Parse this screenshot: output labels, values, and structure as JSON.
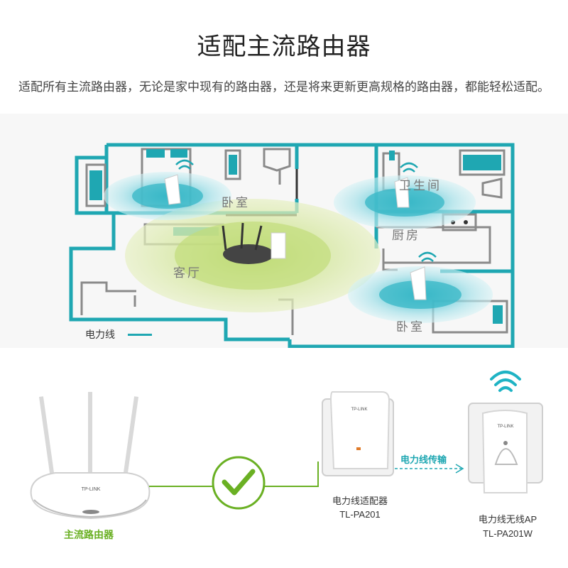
{
  "header": {
    "title": "适配主流路由器",
    "subtitle": "适配所有主流路由器，无论是家中现有的路由器，还是将来更新更高规格的路由器，都能轻松适配。"
  },
  "floorplan": {
    "rooms": {
      "bedroom_1": "卧室",
      "bathroom": "卫生间",
      "kitchen": "厨房",
      "living_room": "客厅",
      "bedroom_2": "卧室"
    },
    "legend": {
      "label": "电力线",
      "color": "#1fa7b2"
    }
  },
  "devices": {
    "router": {
      "caption": "主流路由器",
      "brand": "TP-LINK"
    },
    "transmission_label": "电力线传输",
    "adapter": {
      "name": "电力线适配器",
      "model": "TL-PA201",
      "brand": "TP-LINK"
    },
    "access_point": {
      "name": "电力线无线AP",
      "model": "TL-PA201W",
      "brand": "TP-LINK"
    }
  },
  "colors": {
    "wall": "#1fa7b2",
    "wifi_teal": "#1fb3c4",
    "wifi_green": "#c9e08a",
    "router_caption": "#6ab023",
    "checkmark": "#6ab023"
  }
}
